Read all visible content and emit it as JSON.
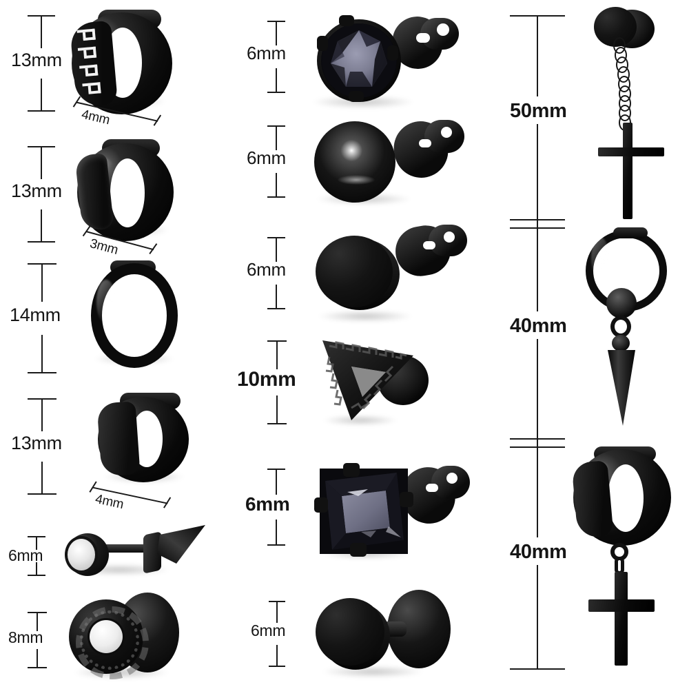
{
  "page": {
    "title": "Black Stainless Steel Earrings Set - Size Chart",
    "background_color": "#ffffff",
    "metal_color": "#0a0a0a",
    "gem_clear_color": "#f3f3f3",
    "gem_black_color": "#6b6b7d",
    "unit": "mm"
  },
  "columns": [
    {
      "id": "left",
      "name": "hoops-and-studs-column",
      "items": [
        {
          "id": "l1",
          "height_label": "13mm",
          "width_label": "4mm",
          "product": "greek-key-huggie-hoop-earring",
          "has_width_dim": true
        },
        {
          "id": "l2",
          "height_label": "13mm",
          "width_label": "3mm",
          "product": "plain-huggie-hoop-earring",
          "has_width_dim": true
        },
        {
          "id": "l3",
          "height_label": "14mm",
          "width_label": "",
          "product": "thin-round-hoop-earring",
          "has_width_dim": false
        },
        {
          "id": "l4",
          "height_label": "13mm",
          "width_label": "4mm",
          "product": "wide-band-huggie-hoop-earring",
          "has_width_dim": true
        },
        {
          "id": "l5",
          "height_label": "6mm",
          "width_label": "",
          "product": "cz-spike-taper-stud-earring",
          "has_width_dim": false
        },
        {
          "id": "l6",
          "height_label": "8mm",
          "width_label": "",
          "product": "greek-key-cz-fake-plug-earring",
          "has_width_dim": false
        }
      ]
    },
    {
      "id": "middle",
      "name": "stud-earrings-column",
      "items": [
        {
          "id": "m1",
          "height_label": "6mm",
          "product": "round-black-cz-stud-earring"
        },
        {
          "id": "m2",
          "height_label": "6mm",
          "product": "black-ball-stud-earring"
        },
        {
          "id": "m3",
          "height_label": "6mm",
          "product": "flat-round-disc-stud-earring"
        },
        {
          "id": "m4",
          "height_label": "10mm",
          "product": "greek-key-triangle-stud-earring"
        },
        {
          "id": "m5",
          "height_label": "6mm",
          "product": "square-princess-cut-black-cz-stud-earring"
        },
        {
          "id": "m6",
          "height_label": "6mm",
          "product": "round-barbell-fake-plug-earring"
        }
      ]
    },
    {
      "id": "right",
      "name": "dangle-earrings-column",
      "items": [
        {
          "id": "r1",
          "height_label": "50mm",
          "product": "disc-stud-chain-cross-dangle-earring"
        },
        {
          "id": "r2",
          "height_label": "40mm",
          "product": "hoop-bead-spike-dangle-earring"
        },
        {
          "id": "r3",
          "height_label": "40mm",
          "product": "hoop-cross-dangle-earring"
        }
      ]
    }
  ]
}
